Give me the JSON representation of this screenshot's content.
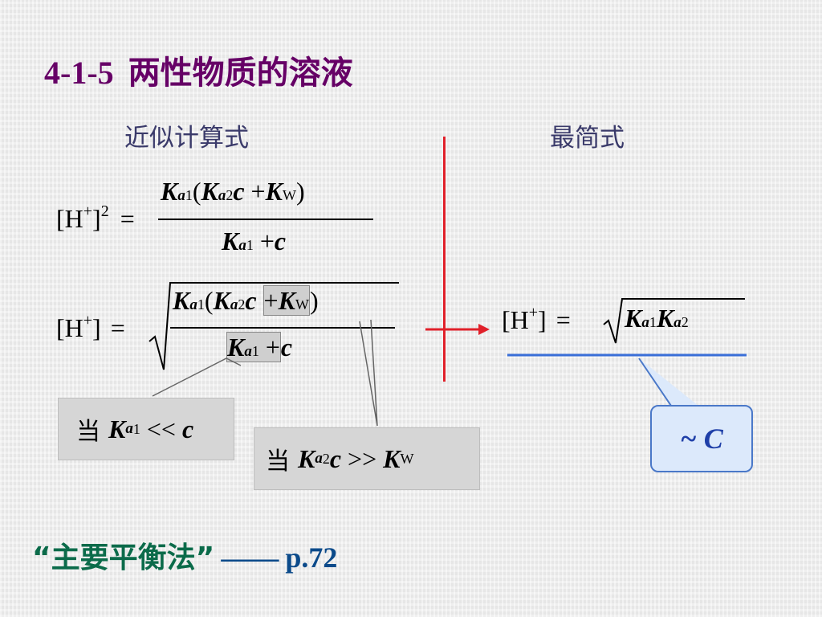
{
  "title": {
    "number": "4-1-5",
    "text": "两性物质的溶液"
  },
  "headers": {
    "approx": "近似计算式",
    "simplest": "最简式"
  },
  "eq1": {
    "lhs": "[H",
    "lhs_sup": "+",
    "lhs_close": "]",
    "lhs_power": "2",
    "equals": "="
  },
  "eq2": {
    "lhs": "[H",
    "lhs_sup": "+",
    "lhs_close": "]",
    "equals": "="
  },
  "eq3": {
    "lhs": "[H",
    "lhs_sup": "+",
    "lhs_close": "]",
    "equals": "="
  },
  "symbols": {
    "K": "K",
    "a": "a",
    "c": "c",
    "W": "W",
    "one": "1",
    "two": "2",
    "plus": "+",
    "lparen": "(",
    "rparen": ")"
  },
  "condition1": {
    "prefix": "当",
    "op": "<<",
    "rhs": "c"
  },
  "condition2": {
    "prefix": "当",
    "op": ">>"
  },
  "note": {
    "text": "~ C"
  },
  "footer": {
    "method": "“主要平衡法”",
    "dash": "——",
    "page": "p.72"
  },
  "colors": {
    "title": "#660066",
    "divider": "#e0202a",
    "arrow": "#e0202a",
    "underline": "#3a6fd8",
    "note_border": "#4a78c8",
    "footer": "#0b6b4a"
  }
}
